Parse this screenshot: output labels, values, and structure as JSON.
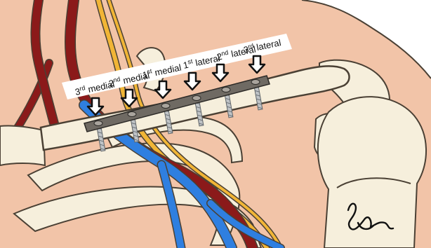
{
  "labels": [
    {
      "num": "3",
      "sup": "rd",
      "word": "medial"
    },
    {
      "num": "2",
      "sup": "nd",
      "word": "medial"
    },
    {
      "num": "1",
      "sup": "st",
      "word": "medial"
    },
    {
      "num": "1",
      "sup": "st",
      "word": "lateral"
    },
    {
      "num": "2",
      "sup": "nd",
      "word": "lateral"
    },
    {
      "num": "3",
      "sup": "rd",
      "word": "lateral"
    }
  ],
  "colors": {
    "skin": "#f2c4a8",
    "bone": "#f6efdc",
    "bone_outline": "#4a4034",
    "artery": "#8b1a1a",
    "vein": "#2f7fe0",
    "nerve": "#f1b536",
    "plate": "#6f6a63",
    "screw": "#bfc3c6",
    "label_band": "#ffffff"
  }
}
